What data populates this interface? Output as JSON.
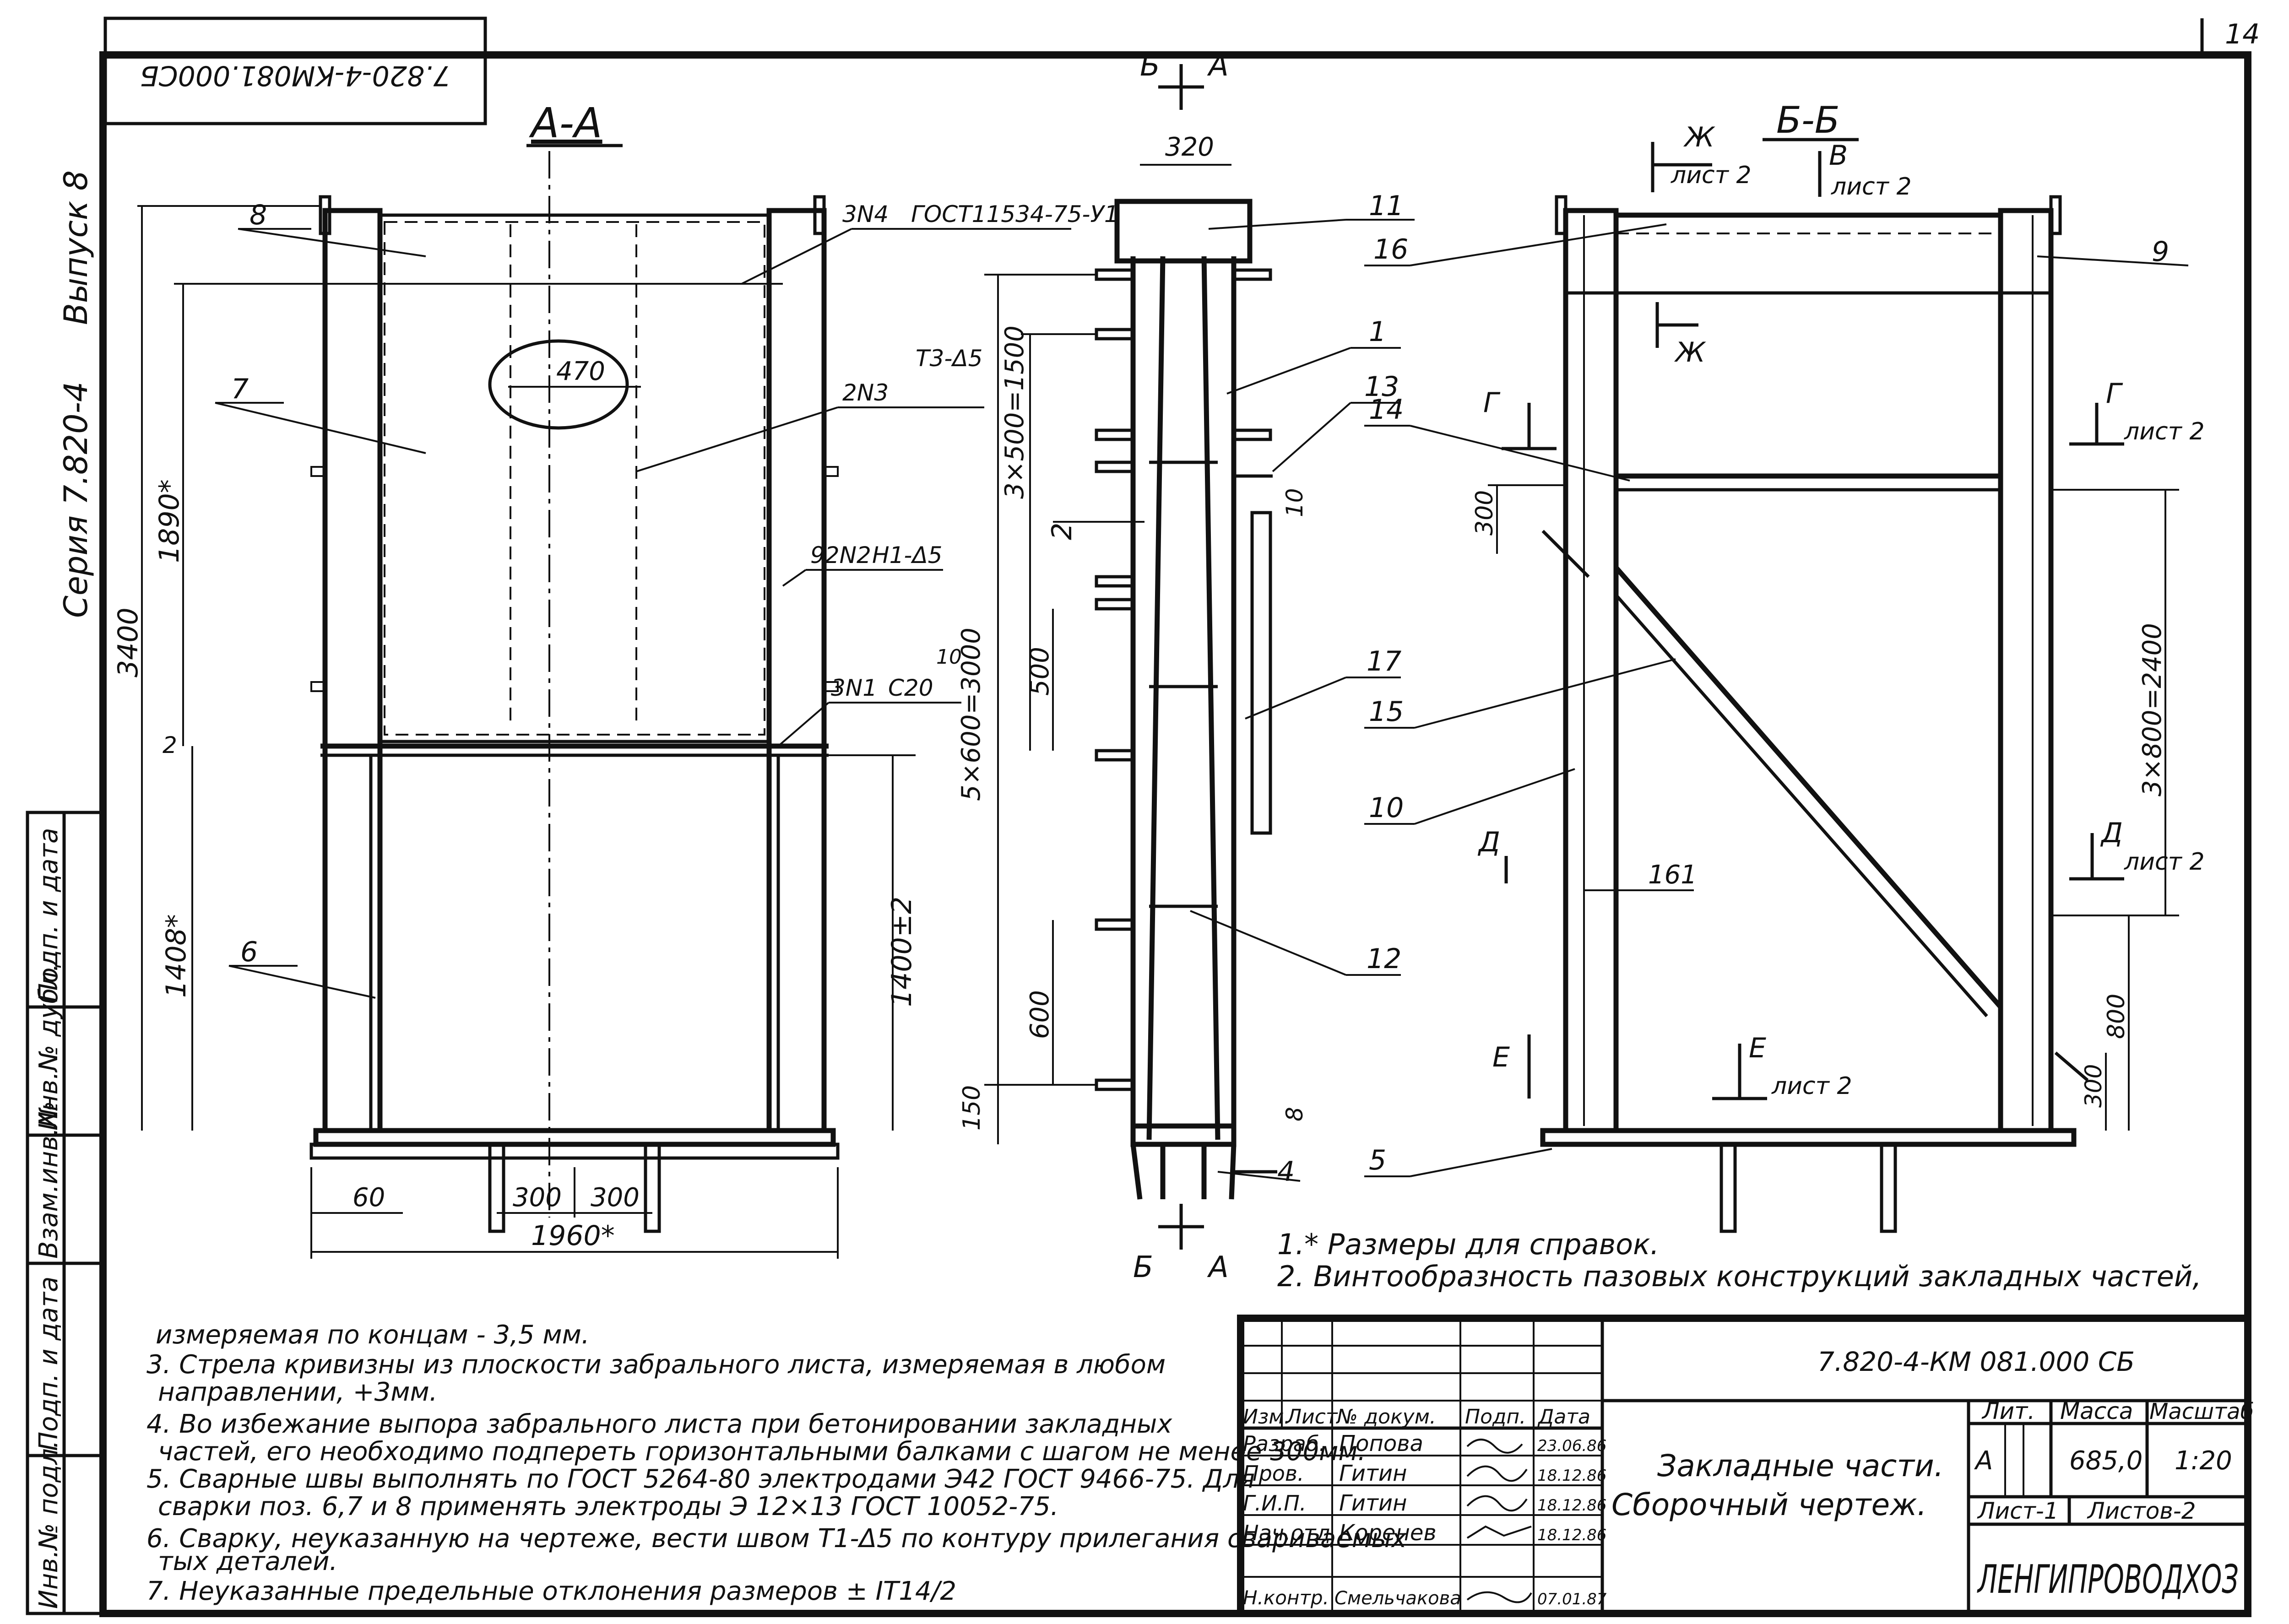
{
  "sheet": {
    "page_number": "14",
    "top_stamp": "7.820-4-КМ081.000СБ",
    "side_series": "Серия 7.820-4",
    "side_issue": "Выпуск 8",
    "side_fields": [
      "Подп. и дата",
      "Инв.№ дубл.",
      "Взам.инв.№",
      "Подп. и дата",
      "Инв.№ подл."
    ]
  },
  "view_aa": {
    "title": "А-А",
    "dims": {
      "total_height": "3400",
      "upper_height": "1890*",
      "lower_height": "1408*",
      "right_lower": "1400±2",
      "opening": "470",
      "base_width": "1960*",
      "edge": "60",
      "pitch1": "300",
      "pitch2": "300"
    },
    "weld_labels": {
      "w4": "3N4",
      "w4_std": "ГОСТ11534-75-У1",
      "w3": "2N3",
      "w3_type": "Т3-Δ5",
      "w2": "92N2",
      "w2_type": "Н1-Δ5",
      "w1": "3N1",
      "w1_type": "С20",
      "roughness": "10"
    },
    "callouts": [
      "8",
      "7",
      "6"
    ],
    "level_mark": "2"
  },
  "view_side": {
    "cut_top_left": "Б",
    "cut_top_right": "А",
    "cut_bot_left": "Б",
    "cut_bot_right": "А",
    "dims": {
      "width": "320",
      "upper_pitch": "3×500=1500",
      "total": "5×600=3000",
      "mid": "500",
      "low": "600",
      "base": "150",
      "gap10": "10",
      "gap8": "8"
    },
    "callouts": [
      "11",
      "1",
      "13",
      "2",
      "17",
      "12",
      "4"
    ]
  },
  "view_bb": {
    "title": "Б-Б",
    "cuts": {
      "zh": "Ж",
      "zh_sheet": "лист 2",
      "v": "В",
      "v_sheet": "лист 2",
      "zh2": "Ж",
      "g": "Г",
      "g_sheet": "лист 2",
      "d": "Д",
      "d_sheet": "лист 2",
      "e": "Е",
      "e_sheet": "лист 2"
    },
    "dims": {
      "d300a": "300",
      "d3x800": "3×800=2400",
      "d161": "161",
      "d800": "800",
      "d300b": "300"
    },
    "callouts": [
      "16",
      "9",
      "14",
      "15",
      "10",
      "5"
    ]
  },
  "notes": {
    "n1": "1.* Размеры для справок.",
    "n2a": "2. Винтообразность пазовых конструкций закладных частей,",
    "n2b": "измеряемая по концам - 3,5 мм.",
    "n3a": "3. Стрела кривизны из плоскости забрального листа, измеряемая в любом",
    "n3b": "направлении, +3мм.",
    "n4a": "4. Во избежание выпора забрального листа при бетонировании закладных",
    "n4b": "частей, его необходимо подпереть горизонтальными балками с шагом не менее 300мм.",
    "n5a": "5. Сварные швы выполнять по ГОСТ 5264-80 электродами Э42 ГОСТ 9466-75. Для",
    "n5b": "сварки поз. 6,7 и 8 применять электроды Э 12×13 ГОСТ 10052-75.",
    "n6a": "6. Сварку, неуказанную на чертеже, вести швом Т1-Δ5 по контуру прилегания свариваемых",
    "n6b": "тых деталей.",
    "n7": "7. Неуказанные предельные отклонения размеров ± IT14/2"
  },
  "title_block": {
    "designation": "7.820-4-КМ 081.000 СБ",
    "name_1": "Закладные части.",
    "name_2": "Сборочный чертеж.",
    "col_headers": [
      "Изм.",
      "Лист",
      "№ докум.",
      "Подп.",
      "Дата"
    ],
    "staff": [
      {
        "role": "Разраб.",
        "name": "Попова",
        "date": "23.06.86"
      },
      {
        "role": "Пров.",
        "name": "Гитин",
        "date": "18.12.86"
      },
      {
        "role": "Г.И.П.",
        "name": "Гитин",
        "date": "18.12.86"
      },
      {
        "role": "Нач.отд.",
        "name": "Коренев",
        "date": "18.12.86"
      },
      {
        "role": "Н.контр.",
        "name": "Смельчакова",
        "date": "07.01.87"
      }
    ],
    "lit_label": "Лит.",
    "mass_label": "Масса",
    "scale_label": "Масштаб",
    "lit": "А",
    "mass": "685,0",
    "scale": "1:20",
    "sheet_label": "Лист-1",
    "sheets_label": "Листов-2",
    "org": "ЛЕНГИПРОВОДХОЗ"
  }
}
